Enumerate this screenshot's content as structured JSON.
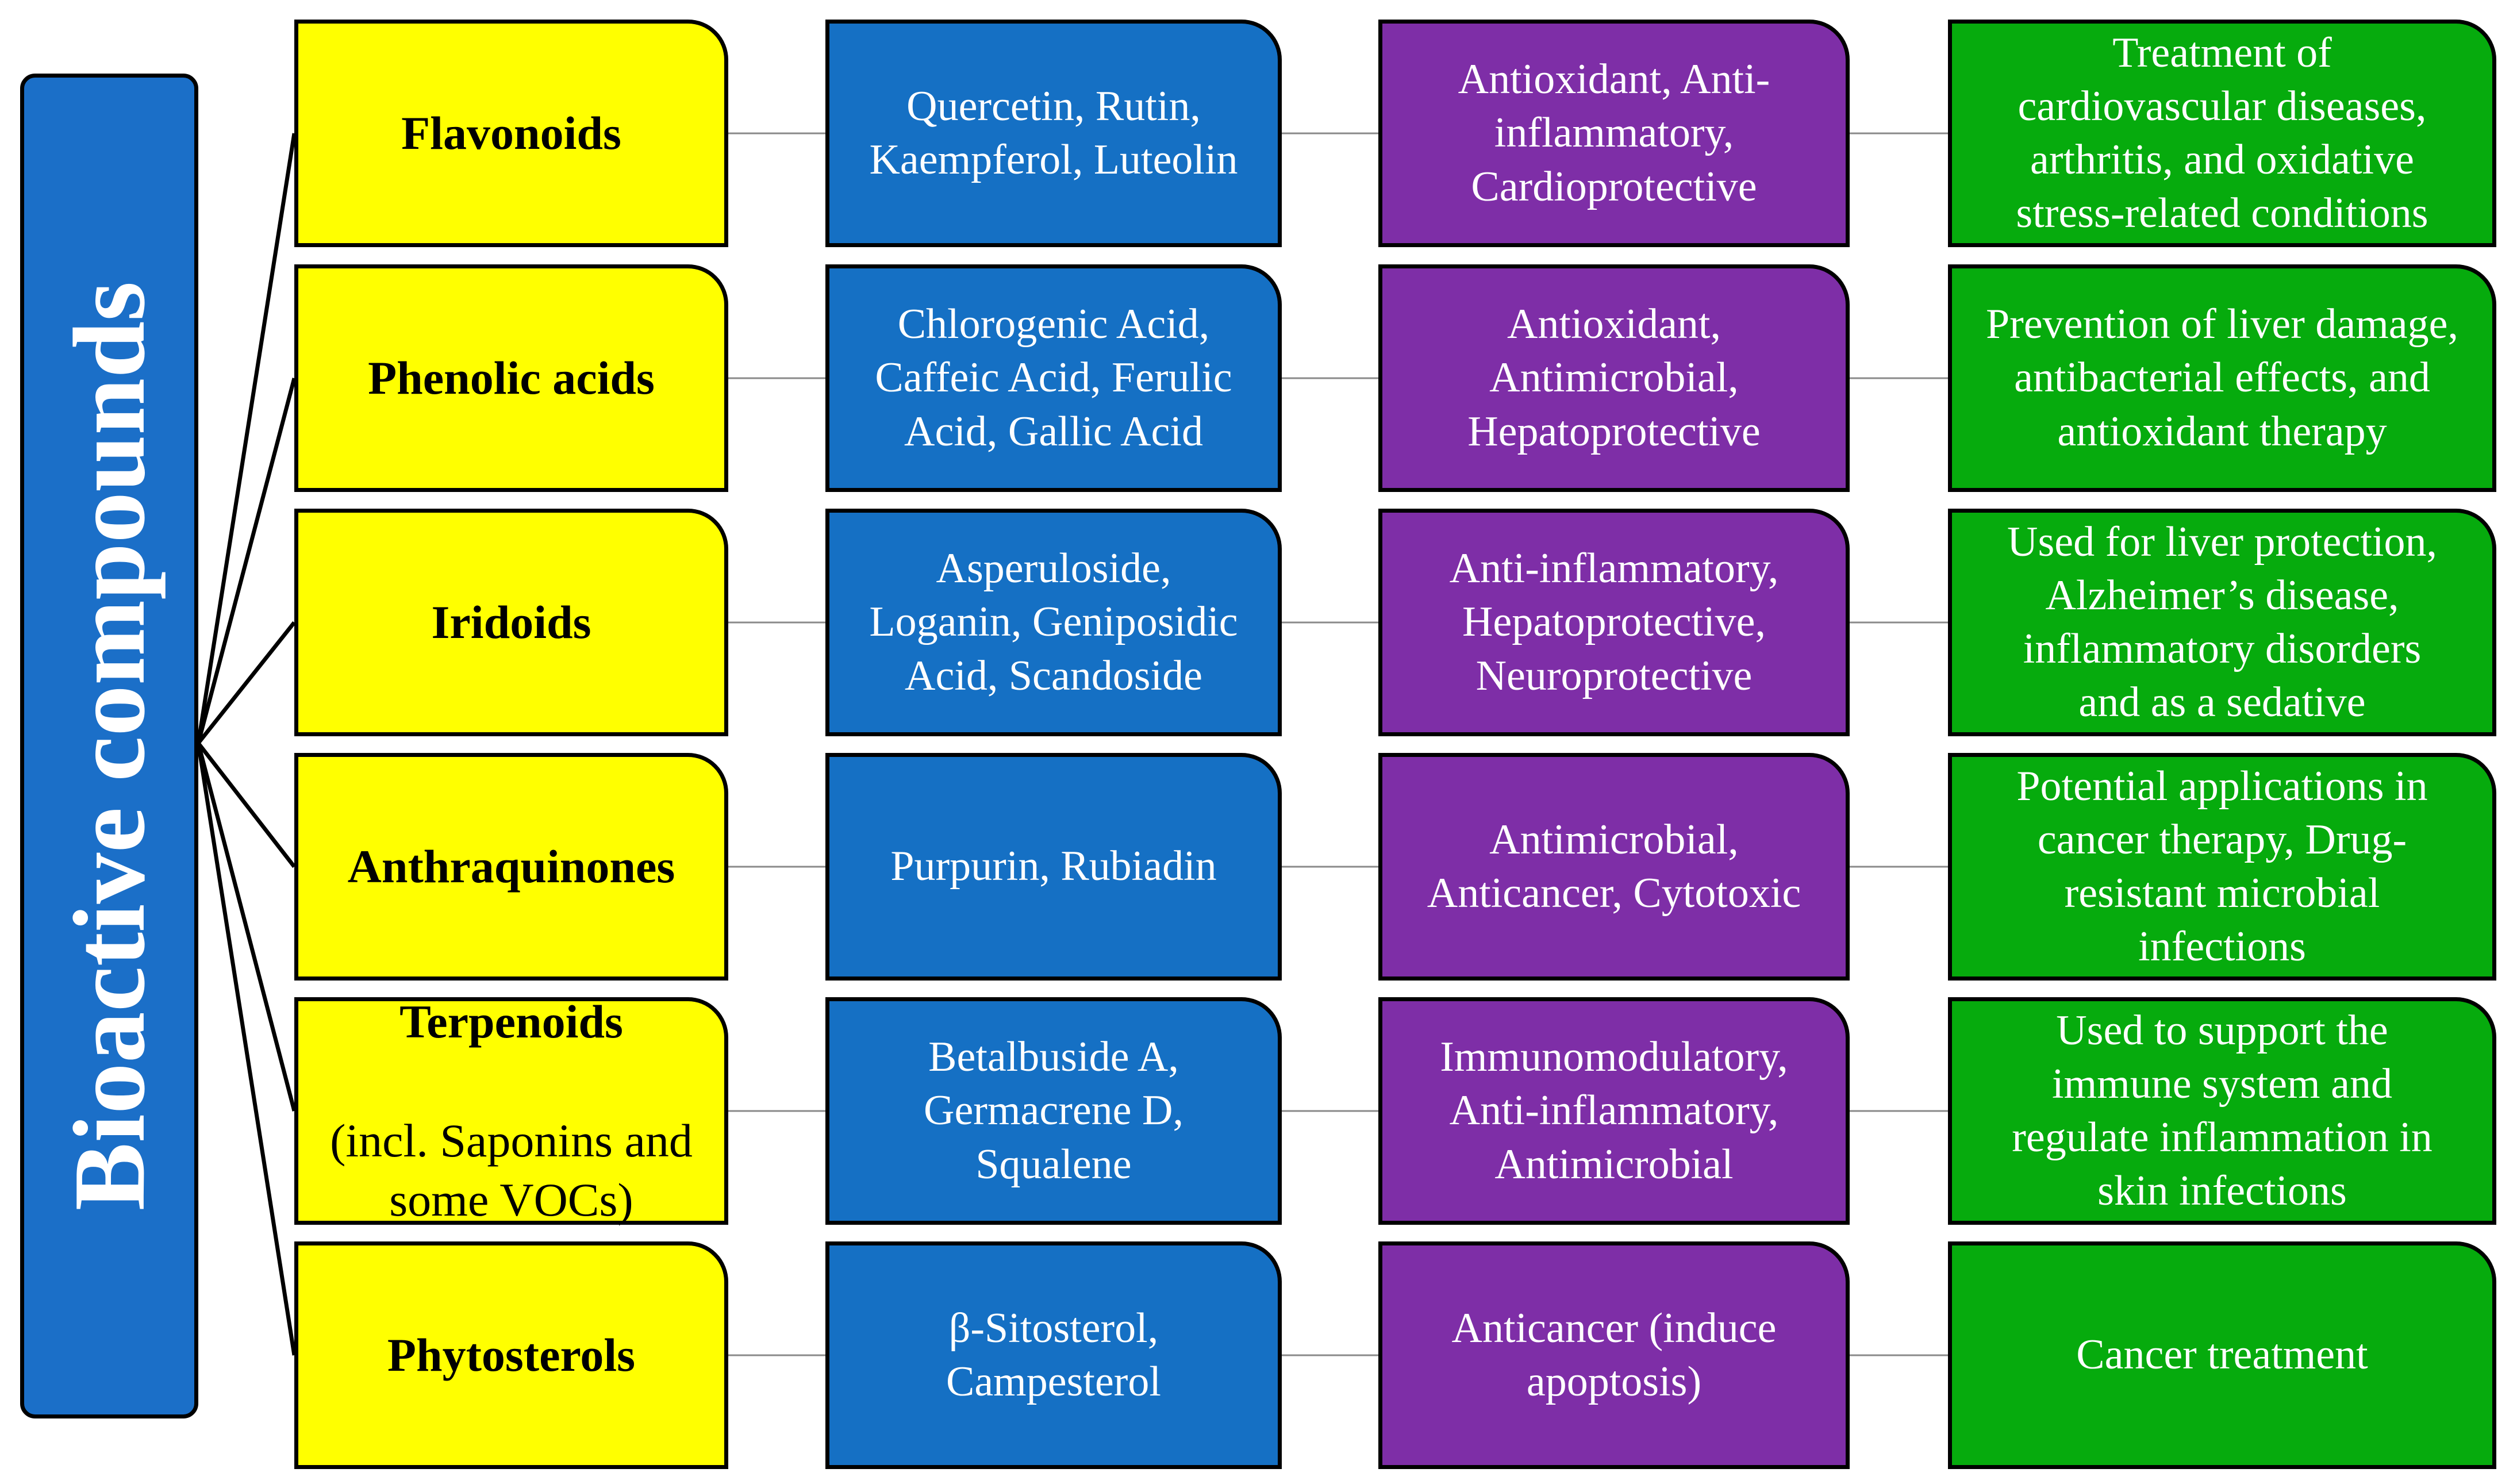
{
  "root": {
    "label": "Bioactive compounds"
  },
  "rows": [
    {
      "category": "Flavonoids",
      "category_sub": "",
      "compounds": "Quercetin, Rutin,\nKaempferol, Luteolin",
      "activities": "Antioxidant, Anti-\ninflammatory,\nCardioprotective",
      "applications": "Treatment of\ncardiovascular diseases,\narthritis, and oxidative\nstress-related conditions"
    },
    {
      "category": "Phenolic acids",
      "category_sub": "",
      "compounds": "Chlorogenic Acid,\nCaffeic Acid, Ferulic\nAcid, Gallic Acid",
      "activities": "Antioxidant,\nAntimicrobial,\nHepatoprotective",
      "applications": "Prevention of liver damage,\nantibacterial effects, and\nantioxidant therapy"
    },
    {
      "category": "Iridoids",
      "category_sub": "",
      "compounds": "Asperuloside,\nLoganin, Geniposidic\nAcid, Scandoside",
      "activities": "Anti-inflammatory,\nHepatoprotective,\nNeuroprotective",
      "applications": "Used for liver protection,\nAlzheimer’s disease,\ninflammatory disorders\nand as a sedative"
    },
    {
      "category": "Anthraquinones",
      "category_sub": "",
      "compounds": "Purpurin, Rubiadin",
      "activities": "Antimicrobial,\nAnticancer, Cytotoxic",
      "applications": "Potential applications in\ncancer therapy, Drug-\nresistant microbial\ninfections"
    },
    {
      "category": "Terpenoids",
      "category_sub": "(incl. Saponins and\nsome VOCs)",
      "compounds": "Betalbuside A,\nGermacrene D,\nSqualene",
      "activities": "Immunomodulatory,\nAnti-inflammatory,\nAntimicrobial",
      "applications": "Used to support the\nimmune system and\nregulate inflammation in\nskin infections"
    },
    {
      "category": "Phytosterols",
      "category_sub": "",
      "compounds": "β-Sitosterol,\nCampesterol",
      "activities": "Anticancer (induce\napoptosis)",
      "applications": "Cancer treatment"
    }
  ]
}
